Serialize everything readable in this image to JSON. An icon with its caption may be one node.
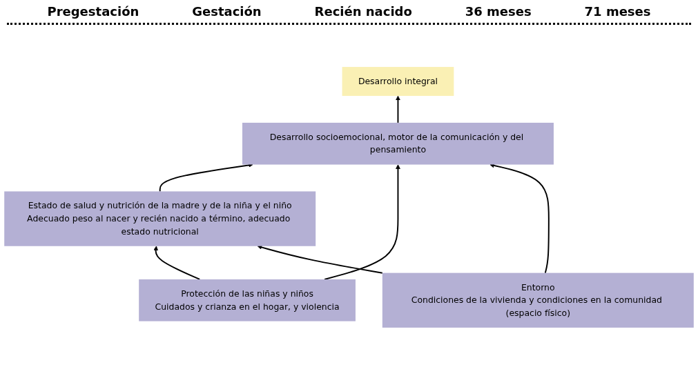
{
  "diagram": {
    "nodes": [
      {
        "text": [
          "Desarrollo integral"
        ]
      },
      {
        "text": [
          "Desarrollo socioemocional, motor de la comunicación y del pensamiento"
        ]
      },
      {
        "text": [
          "Estado de salud y nutrición de la madre y de la niña y el niño",
          "Adecuado peso al nacer y recién nacido a término, adecuado estado nutricional"
        ]
      },
      {
        "text": [
          "Protección de las niñas y niños",
          "Cuidados y crianza en el hogar, y violencia"
        ]
      },
      {
        "text": [
          "Entorno",
          "Condiciones de la vivienda y condiciones en la comunidad (espacio físico)"
        ]
      }
    ],
    "edges": [
      {
        "from": 1,
        "to": 0,
        "arrow": "to"
      },
      {
        "from": 2,
        "to": 1,
        "arrow": "to"
      },
      {
        "from": 3,
        "to": 1,
        "arrow": "to"
      },
      {
        "from": 3,
        "to": 2,
        "arrow": "to"
      },
      {
        "from": 4,
        "to": 1,
        "arrow": "to"
      },
      {
        "from": 4,
        "to": 2,
        "arrow": "to"
      }
    ],
    "labels": [
      "Pregestación",
      "Gestación",
      "Recién nacido",
      "36 meses",
      "71 meses"
    ]
  }
}
